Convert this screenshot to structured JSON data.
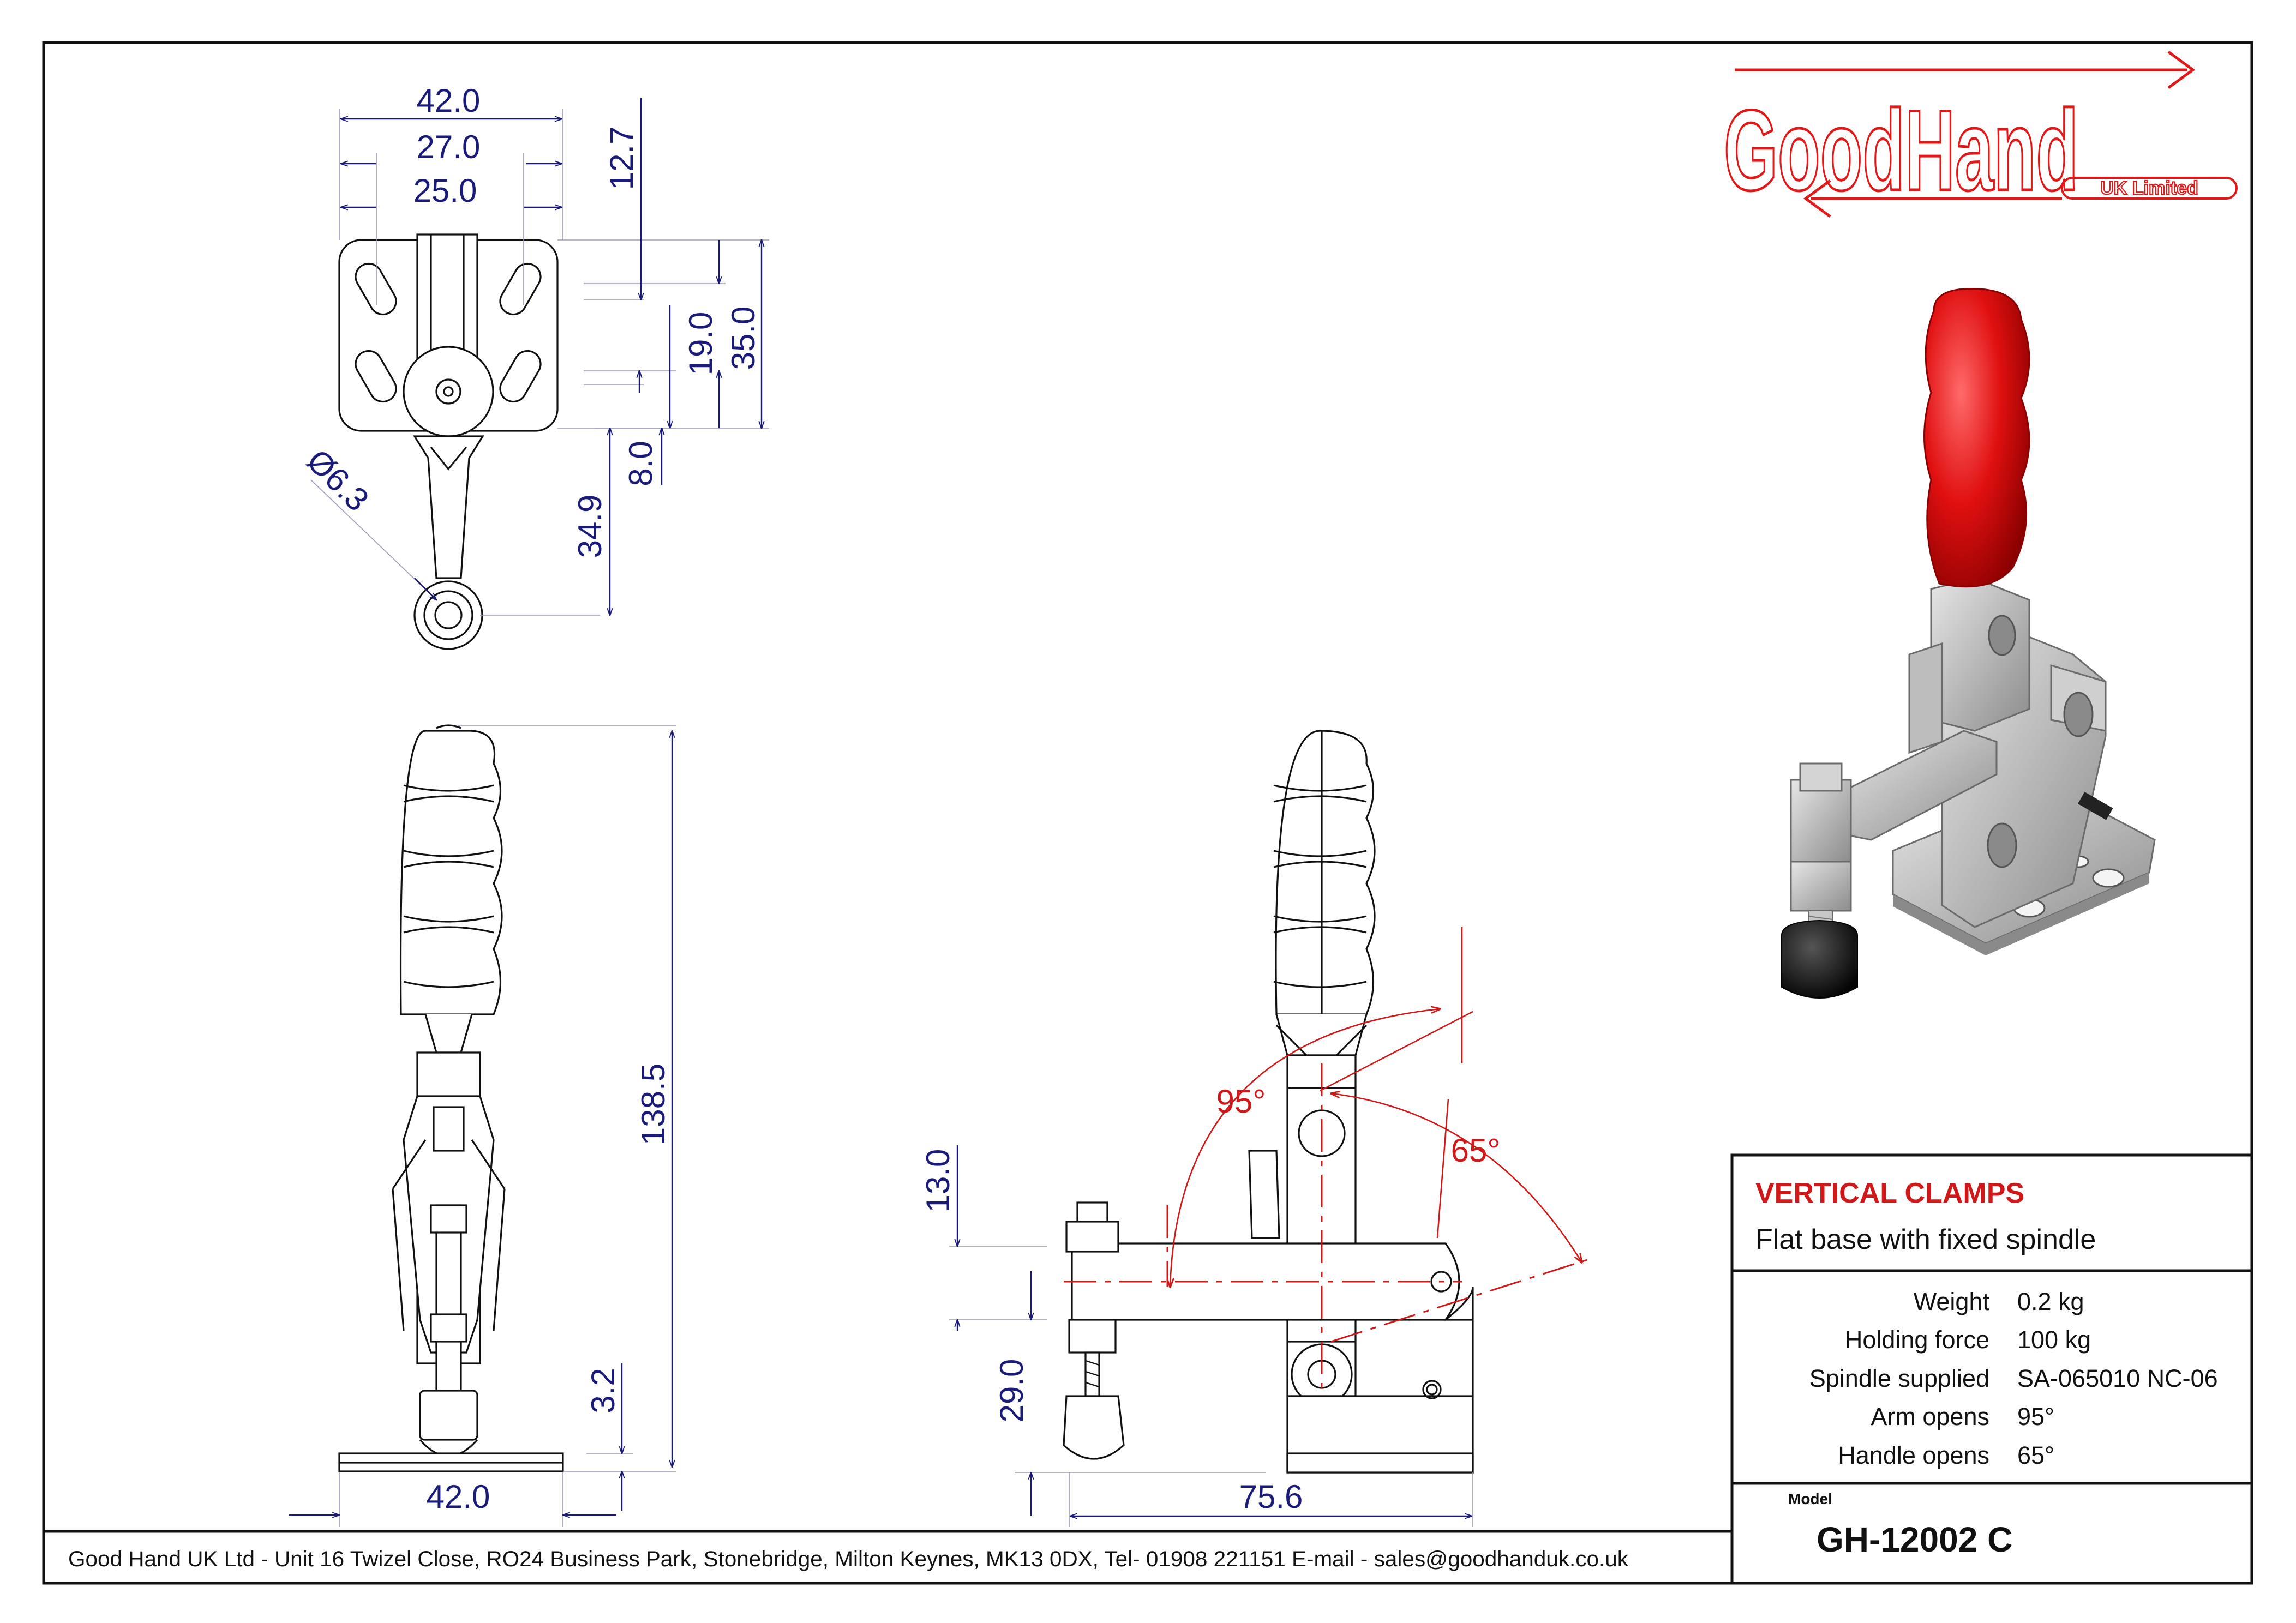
{
  "logo": {
    "brand": "GoodHand",
    "sub": "UK Limited"
  },
  "dimensions": {
    "top_view": [
      "42.0",
      "27.0",
      "25.0",
      "12.7",
      "19.0",
      "35.0",
      "8.0",
      "34.9",
      "Ø6.3"
    ],
    "side_view": [
      "138.5",
      "3.2",
      "42.0"
    ],
    "front_view": [
      "13.0",
      "29.0",
      "75.6"
    ],
    "angles": [
      "95°",
      "65°"
    ]
  },
  "title_block": {
    "category": "VERTICAL CLAMPS",
    "description": "Flat base with fixed spindle",
    "specs": [
      {
        "label": "Weight",
        "value": "0.2 kg"
      },
      {
        "label": "Holding force",
        "value": "100 kg"
      },
      {
        "label": "Spindle supplied",
        "value": "SA-065010 NC-06"
      },
      {
        "label": "Arm opens",
        "value": "95°"
      },
      {
        "label": "Handle opens",
        "value": "65°"
      }
    ],
    "model_label": "Model",
    "model": "GH-12002 C"
  },
  "footer": {
    "address": "Good Hand UK Ltd  - Unit 16 Twizel Close, RO24 Business Park, Stonebridge, Milton Keynes, MK13 0DX,  Tel- 01908 221151  E-mail - sales@goodhanduk.co.uk"
  },
  "colors": {
    "dimension": "#1a1a7a",
    "accent": "#d01818",
    "handle_red": "#e01010",
    "metal": "#b8b8b8"
  }
}
